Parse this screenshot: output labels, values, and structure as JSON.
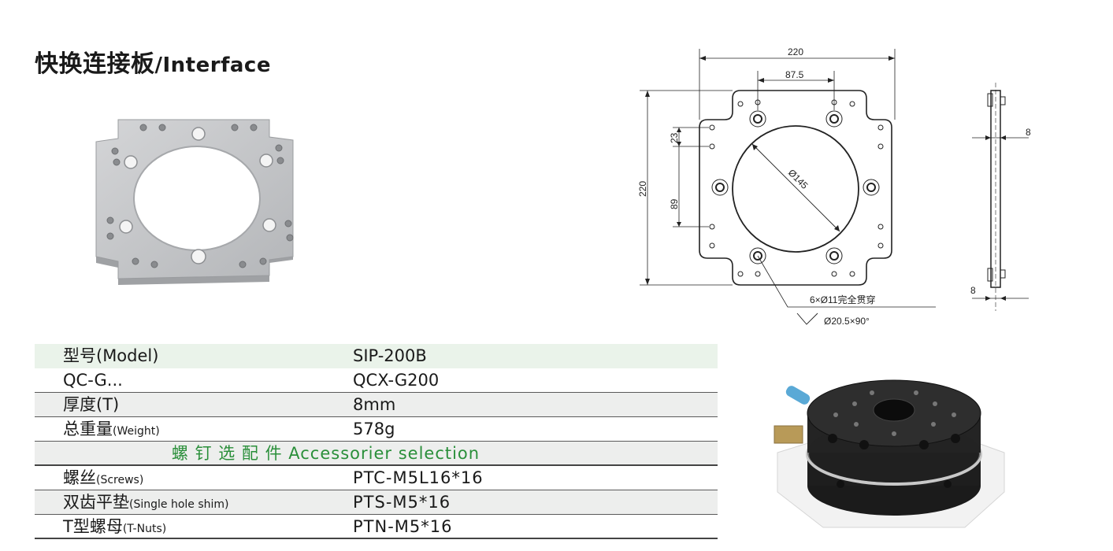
{
  "title": {
    "cn": "快换连接板",
    "en": "/Interface"
  },
  "drawing": {
    "dim_width": "220",
    "dim_hole_spacing": "87.5",
    "dim_height": "220",
    "dim_23": "23",
    "dim_89": "89",
    "dim_bore": "Ø145",
    "dim_thickness_top": "8",
    "dim_thickness_bottom": "8",
    "note_holes": "6×Ø11完全贯穿",
    "note_countersink": "Ø20.5×90°"
  },
  "specs": {
    "model": {
      "label": "型号(Model)",
      "value": "SIP-200B"
    },
    "qc": {
      "label": "QC-G...",
      "value": "QCX-G200"
    },
    "thickness": {
      "label": "厚度(T)",
      "value": "8mm"
    },
    "weight": {
      "label_cn": "总重量",
      "label_en": "(Weight)",
      "value": "578g"
    },
    "section": "螺 钉 选 配 件 Accessorier selection",
    "screws": {
      "label_cn": "螺丝",
      "label_en": "(Screws)",
      "value": "PTC-M5L16*16"
    },
    "shim": {
      "label_cn": "双齿平垫",
      "label_en": "(Single hole shim)",
      "value": "PTS-M5*16"
    },
    "tnuts": {
      "label_cn": "T型螺母",
      "label_en": "(T-Nuts)",
      "value": "PTN-M5*16"
    }
  }
}
